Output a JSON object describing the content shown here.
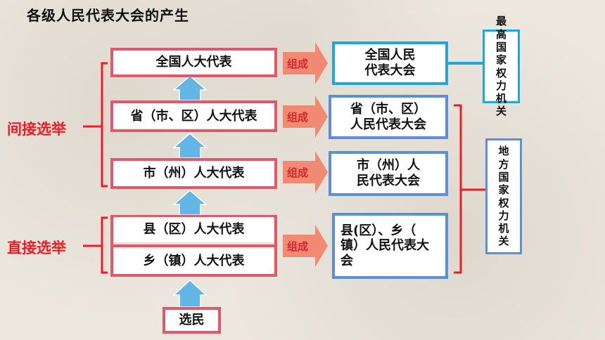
{
  "title": "各级人民代表大会的产生",
  "representatives": {
    "national": "全国人大代表",
    "provincial": "省（市、区）人大代表",
    "city": "市（州）人大代表",
    "county": "县（区）人大代表",
    "township": "乡（镇）人大代表",
    "voters": "选民"
  },
  "congresses": {
    "national": "全国人民\n代表大会",
    "provincial": "省（市、区）\n人民代表大会",
    "city": "市（州）人\n民代表大会",
    "local": "县(区）、乡（\n镇）人民代表大\n会"
  },
  "arrow_label": "组成",
  "election_labels": {
    "indirect": "间接选举",
    "direct": "直接选举"
  },
  "organ_labels": {
    "highest": "最高国家权力机关",
    "local": "地方国家权力机关"
  },
  "colors": {
    "rep_border": "#e0596b",
    "congress_border": "#5b8fdc",
    "top_congress_border": "#1fa8d8",
    "up_arrow": "#62b6e6",
    "right_arrow": "#f08a73",
    "bracket_red": "#ee1c25"
  }
}
